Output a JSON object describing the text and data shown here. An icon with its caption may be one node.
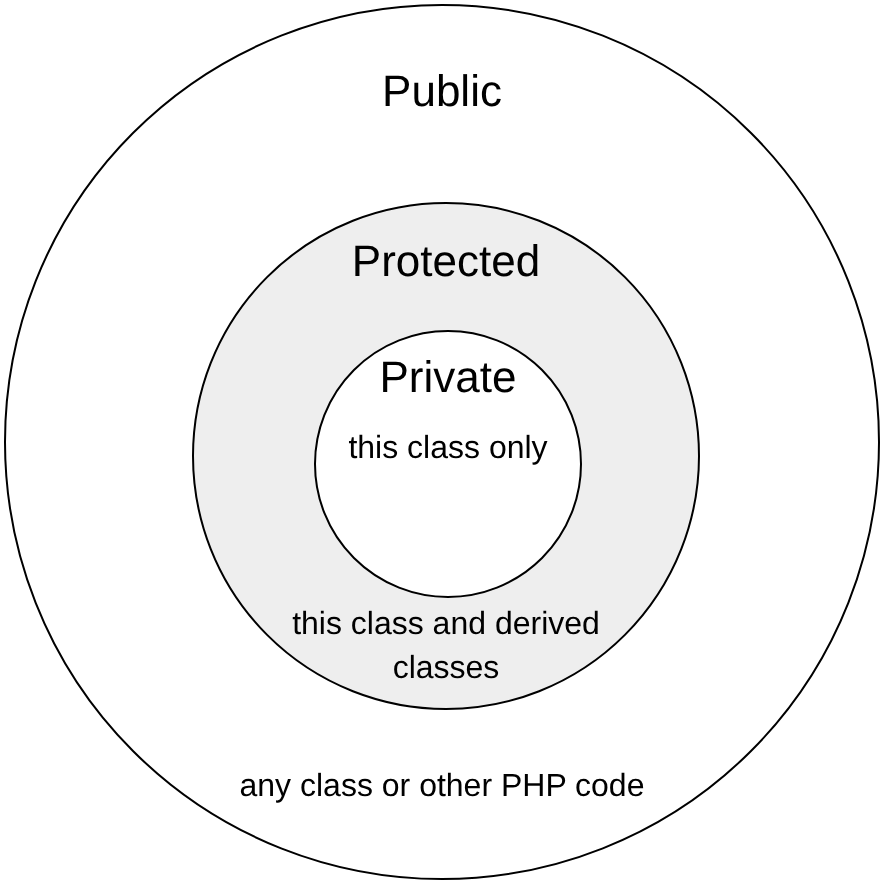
{
  "diagram": {
    "nodes": [
      {
        "text": [
          "Public",
          "any class or other PHP code"
        ]
      },
      {
        "text": [
          "Protected",
          "this class and derived classes"
        ],
        "in": 0
      },
      {
        "text": [
          "Private",
          "this class only"
        ],
        "in": 1
      }
    ]
  }
}
